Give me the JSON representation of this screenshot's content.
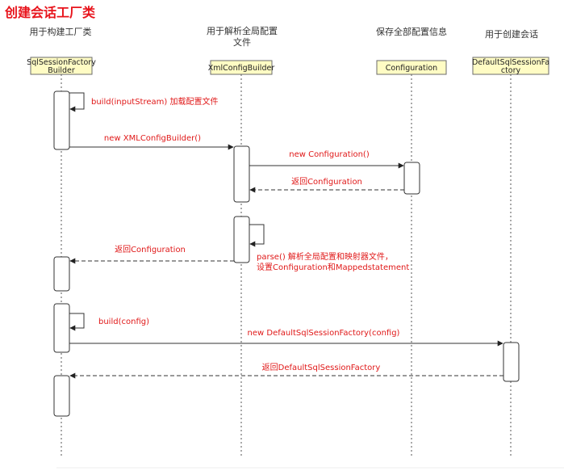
{
  "title": "创建会话工厂类",
  "colors": {
    "title": "#e8141c",
    "message": "#e01818",
    "box_fill": "#fffcc4",
    "box_stroke": "#6b6b6b",
    "line": "#333333"
  },
  "participants": [
    {
      "id": "sqlsessionfactorybuilder",
      "desc_lines": [
        "用于构建工厂类"
      ],
      "label_lines": [
        "SqlSessionFactory",
        "Builder"
      ]
    },
    {
      "id": "xmlconfigbuilder",
      "desc_lines": [
        "用于解析全局配置",
        "文件"
      ],
      "label_lines": [
        "XmlConfigBuilder"
      ]
    },
    {
      "id": "configuration",
      "desc_lines": [
        "保存全部配置信息"
      ],
      "label_lines": [
        "Configuration"
      ]
    },
    {
      "id": "defaultsqlsessionfactory",
      "desc_lines": [
        "用于创建会话"
      ],
      "label_lines": [
        "DefaultSqlSessionFa",
        "ctory"
      ]
    }
  ],
  "messages": [
    {
      "id": "build-input-stream",
      "text_lines": [
        "build(inputStream) 加载配置文件"
      ],
      "kind": "self"
    },
    {
      "id": "new-xmlconfigbuilder",
      "text_lines": [
        "new XMLConfigBuilder()"
      ],
      "kind": "call"
    },
    {
      "id": "new-configuration",
      "text_lines": [
        "new Configuration()"
      ],
      "kind": "call"
    },
    {
      "id": "return-configuration-1",
      "text_lines": [
        "返回Configuration"
      ],
      "kind": "return"
    },
    {
      "id": "parse",
      "text_lines": [
        "parse() 解析全局配置和映射器文件，",
        "设置Configuration和Mappedstatement"
      ],
      "kind": "self"
    },
    {
      "id": "return-configuration-2",
      "text_lines": [
        "返回Configuration"
      ],
      "kind": "return"
    },
    {
      "id": "build-config",
      "text_lines": [
        "build(config)"
      ],
      "kind": "self"
    },
    {
      "id": "new-defaultsqlsessionfactory",
      "text_lines": [
        "new DefaultSqlSessionFactory(config)"
      ],
      "kind": "call"
    },
    {
      "id": "return-defaultsqlsessionfactory",
      "text_lines": [
        "返回DefaultSqlSessionFactory"
      ],
      "kind": "return"
    }
  ]
}
